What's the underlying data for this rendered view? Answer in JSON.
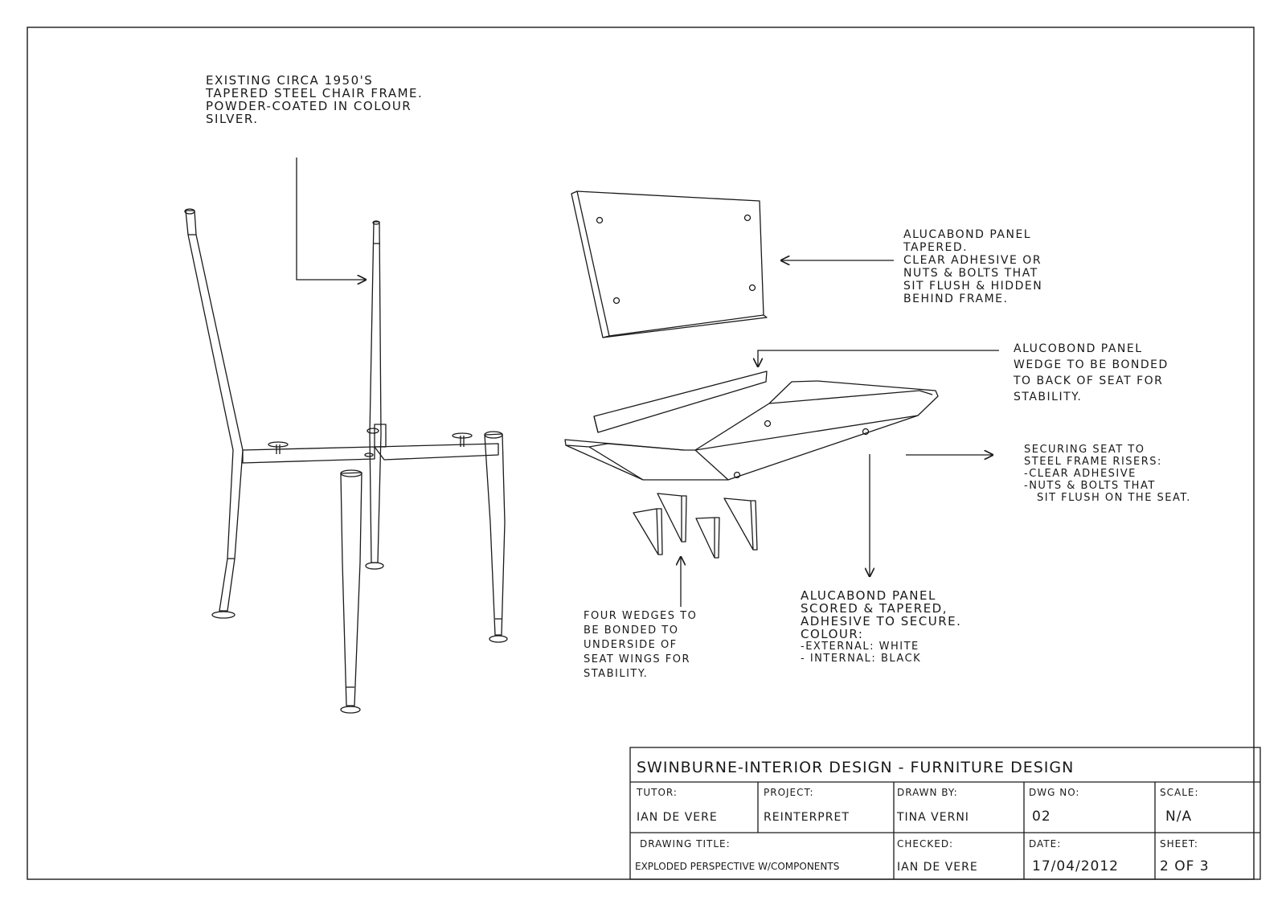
{
  "annotations": {
    "frame_note": [
      "Existing circa 1950's",
      "tapered steel chair frame.",
      "Powder-coated in colour",
      "silver."
    ],
    "back_panel_note": [
      "Alucabond panel",
      "tapered.",
      "Clear adhesive or",
      "nuts & bolts that",
      "sit flush & hidden",
      "behind frame."
    ],
    "wedge_panel_note": [
      "Alucobond panel",
      "wedge to be bonded",
      "to back of seat for",
      "stability."
    ],
    "securing_note": [
      "Securing seat to",
      "steel frame risers:",
      "-clear adhesive",
      "-nuts & bolts that",
      "sit flush on the seat."
    ],
    "wedges_note": [
      "Four wedges to",
      "be bonded to",
      "underside of",
      "seat wings for",
      "stability."
    ],
    "seat_panel_note": [
      "Alucabond panel",
      "scored & tapered,",
      "adhesive to secure.",
      "Colour:",
      "-external: white",
      "- internal: black"
    ]
  },
  "title_block": {
    "header": "Swinburne-Interior Design - Furniture Design",
    "tutor_label": "Tutor:",
    "tutor_value": "Ian De Vere",
    "project_label": "Project:",
    "project_value": "Reinterpret",
    "drawn_by_label": "Drawn by:",
    "drawn_by_value": "Tina Verni",
    "dwg_no_label": "Dwg no:",
    "dwg_no_value": "02",
    "scale_label": "Scale:",
    "scale_value": "N/A",
    "drawing_title_label": "Drawing title:",
    "drawing_title_value": "Exploded perspective w/components",
    "checked_label": "Checked:",
    "checked_value": "Ian De Vere",
    "date_label": "Date:",
    "date_value": "17/04/2012",
    "sheet_label": "Sheet:",
    "sheet_value": "2 of 3"
  }
}
